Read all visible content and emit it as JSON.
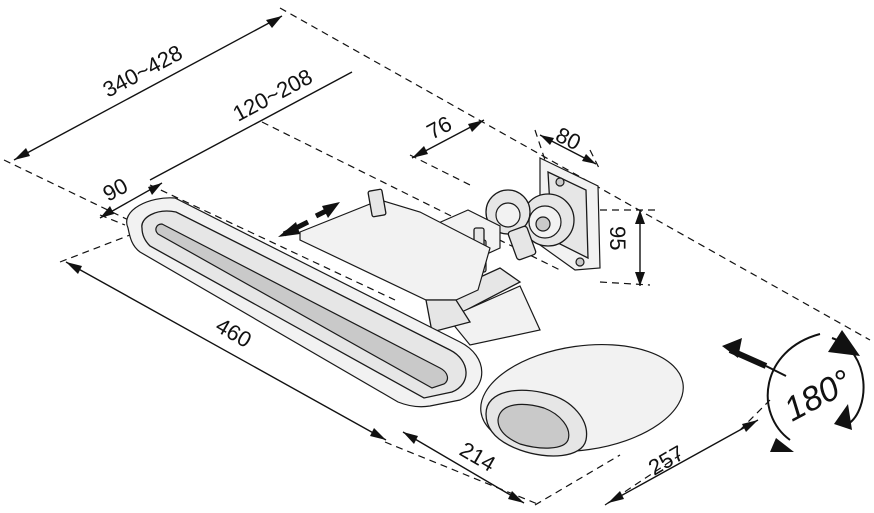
{
  "dimensions": {
    "slide_range_total": "340~428",
    "slide_range_tray": "120~208",
    "wrist_rest_depth": "90",
    "arm_offset": "76",
    "bracket_width": "80",
    "bracket_height": "95",
    "tray_length": "460",
    "mouse_pad_depth": "214",
    "mouse_pad_width": "257",
    "rotation": "180°"
  }
}
